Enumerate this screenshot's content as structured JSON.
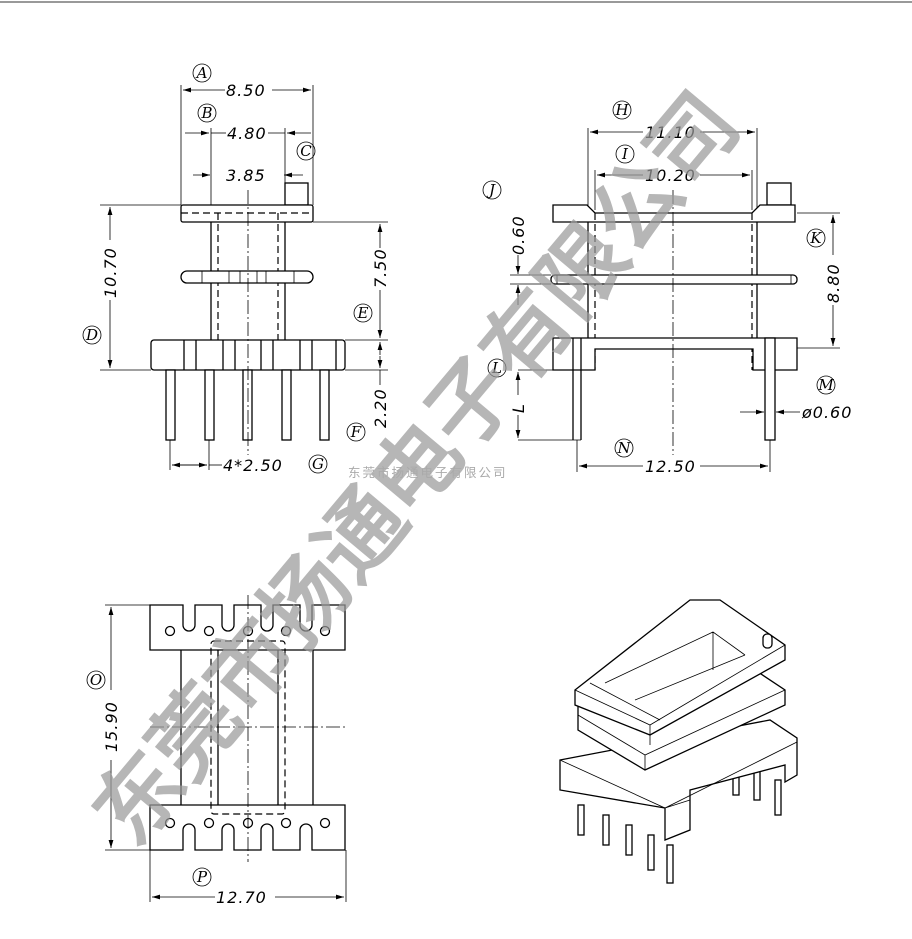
{
  "watermark": {
    "large": "东莞市扬通电子有限公司",
    "small": "东莞市扬通电子有限公司"
  },
  "front_view": {
    "A": {
      "label": "A",
      "value": "8.50"
    },
    "B": {
      "label": "B",
      "value": "4.80"
    },
    "C": {
      "label": "C",
      "value": "3.85"
    },
    "D": {
      "label": "D",
      "value": "10.70"
    },
    "E": {
      "label": "E",
      "value": "7.50"
    },
    "F": {
      "label": "F",
      "value": "2.20"
    },
    "G": {
      "label": "G",
      "value": "4*2.50"
    }
  },
  "side_view": {
    "H": {
      "label": "H",
      "value": "11.10"
    },
    "I": {
      "label": "I",
      "value": "10.20"
    },
    "J": {
      "label": "J",
      "value": "0.60"
    },
    "K": {
      "label": "K",
      "value": "8.80"
    },
    "L": {
      "label": "L",
      "value": "L"
    },
    "M": {
      "label": "M",
      "value": "ø0.60"
    },
    "N": {
      "label": "N",
      "value": "12.50"
    }
  },
  "bottom_view": {
    "O": {
      "label": "O",
      "value": "15.90"
    },
    "P": {
      "label": "P",
      "value": "12.70"
    }
  }
}
